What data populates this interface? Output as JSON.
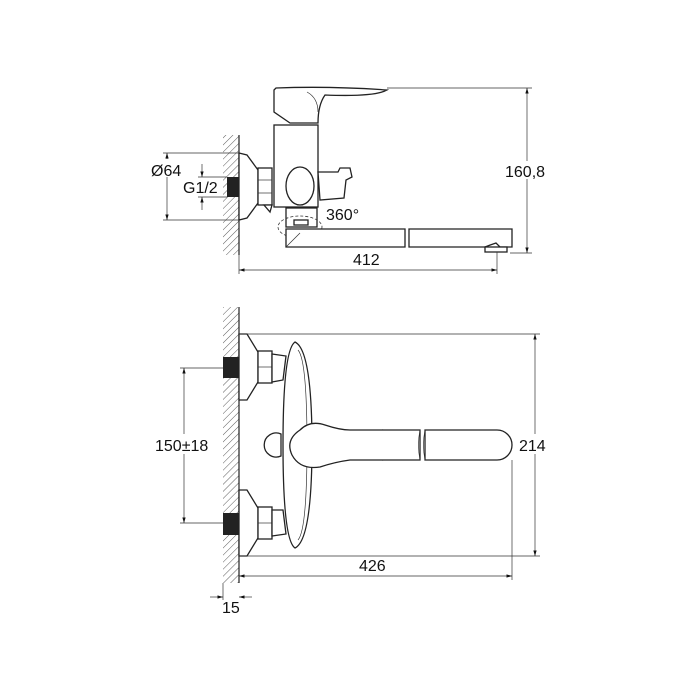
{
  "top_view": {
    "dim_diameter": "Ø64",
    "dim_thread": "G1/2",
    "dim_rotation": "360°",
    "dim_height": "160,8",
    "dim_reach": "412"
  },
  "front_view": {
    "dim_spacing": "150±18",
    "dim_height": "214",
    "dim_reach": "426",
    "dim_wall": "15"
  }
}
